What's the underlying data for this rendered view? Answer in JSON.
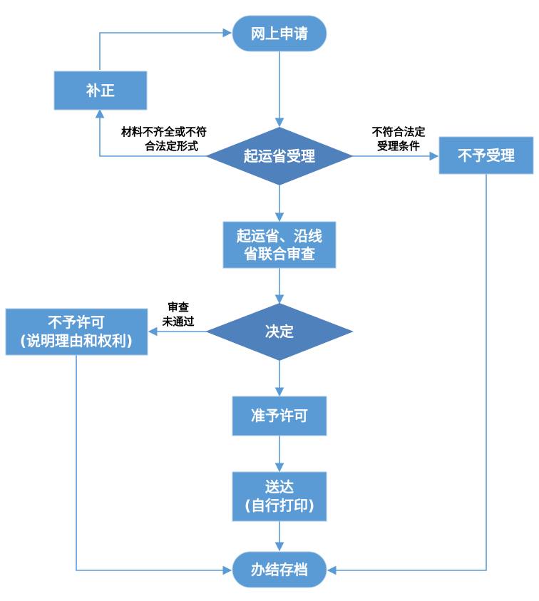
{
  "nodes": {
    "apply_online": "网上申请",
    "supplement": "补正",
    "origin_accept": "起运省受理",
    "reject_accept": "不予受理",
    "joint_review_line1": "起运省、沿线",
    "joint_review_line2": "省联合审查",
    "decision": "决定",
    "deny_line1": "不予许可",
    "deny_line2": "(说明理由和权利)",
    "grant": "准予许可",
    "deliver_line1": "送达",
    "deliver_line2": "(自行打印)",
    "archive": "办结存档"
  },
  "edge_labels": {
    "incomplete_line1": "材料不齐全或不符",
    "incomplete_line2": "合法定形式",
    "not_qualified_line1": "不符合法定",
    "not_qualified_line2": "受理条件",
    "review_failed_line1": "审查",
    "review_failed_line2": "未通过"
  },
  "colors": {
    "box": "#5b9bd5",
    "diamond": "#4f81bd",
    "edge": "#5b9bd5",
    "box_text": "#ffffff",
    "label_text": "#000000"
  }
}
